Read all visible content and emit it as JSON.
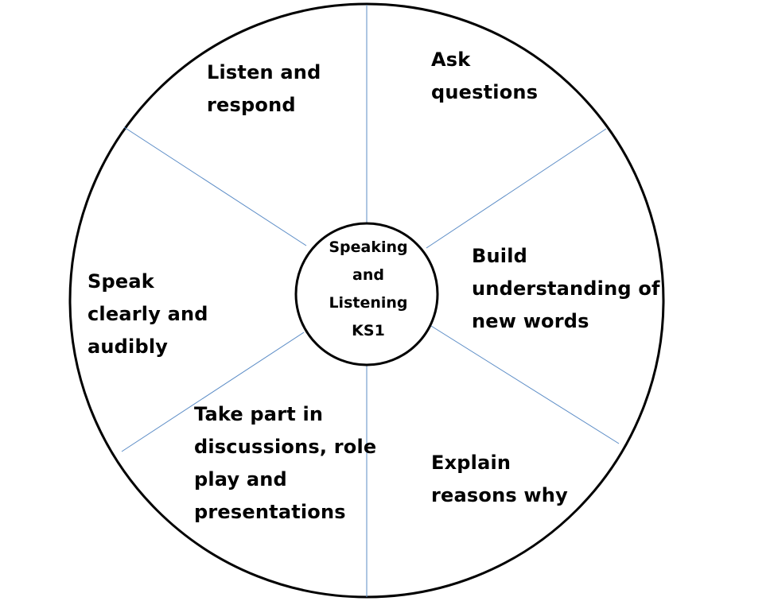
{
  "center": {
    "lines": [
      "Speaking",
      "and",
      "Listening",
      "KS1"
    ]
  },
  "segments": [
    {
      "id": "listen-and-respond",
      "lines": [
        "Listen and",
        "respond"
      ]
    },
    {
      "id": "ask-questions",
      "lines": [
        "Ask",
        "questions"
      ]
    },
    {
      "id": "build-understanding",
      "lines": [
        "Build",
        "understanding of",
        "new words"
      ]
    },
    {
      "id": "explain-reasons",
      "lines": [
        "Explain",
        "reasons why"
      ]
    },
    {
      "id": "take-part",
      "lines": [
        "Take part in",
        "discussions, role",
        "play and",
        "presentations"
      ]
    },
    {
      "id": "speak-clearly",
      "lines": [
        "Speak",
        "clearly and",
        "audibly"
      ]
    }
  ],
  "colors": {
    "outline": "#000000",
    "divider": "#5b8cc6",
    "background": "#ffffff"
  }
}
